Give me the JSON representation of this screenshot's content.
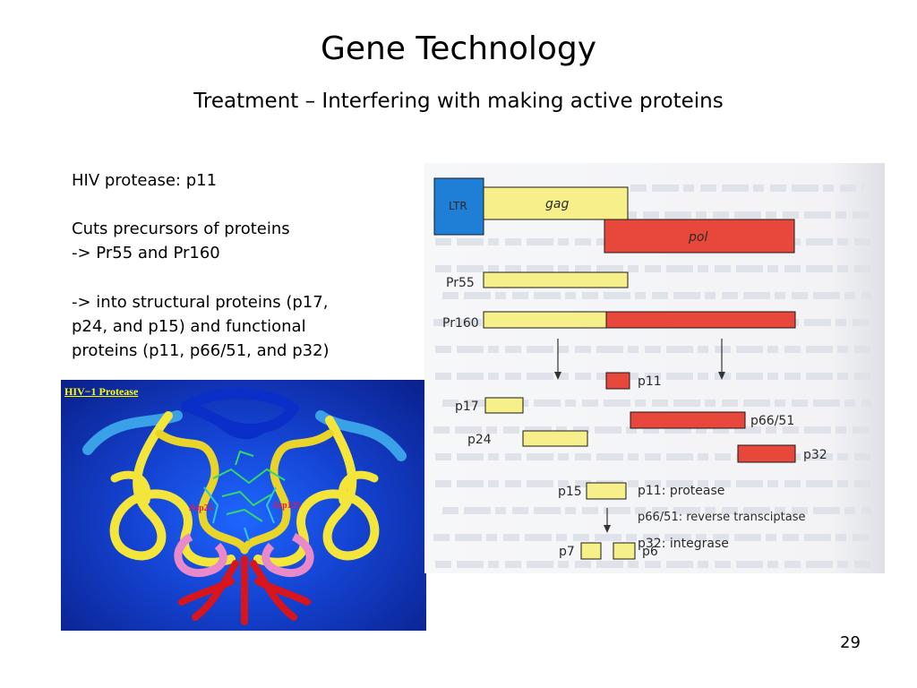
{
  "slide": {
    "title": "Gene Technology",
    "subtitle": "Treatment – Interfering with making active proteins",
    "page_number": "29"
  },
  "text_block": {
    "line1": "HIV protease: p11",
    "line2": "Cuts precursors of proteins",
    "line3": "-> Pr55 and Pr160",
    "line4": "-> into structural proteins (p17,",
    "line5": "p24, and p15) and functional",
    "line6": "proteins (p11, p66/51, and p32)"
  },
  "protein_image": {
    "label": "HIV−1 Protease",
    "residue_left": "Asp25",
    "residue_right": "Asp125"
  },
  "diagram": {
    "ltr": "LTR",
    "gag": "gag",
    "pol": "pol",
    "pr55": "Pr55",
    "pr160": "Pr160",
    "p11": "p11",
    "p17": "p17",
    "p6651": "p66/51",
    "p24": "p24",
    "p32": "p32",
    "p15": "p15",
    "p7": "p7",
    "p6": "p6",
    "legend1": "p11: protease",
    "legend2": "p66/51: reverse transciptase",
    "legend3": "p32: integrase",
    "colors": {
      "yellow": "#f7f08a",
      "red": "#e8483c",
      "blue": "#1f7fd6"
    }
  }
}
